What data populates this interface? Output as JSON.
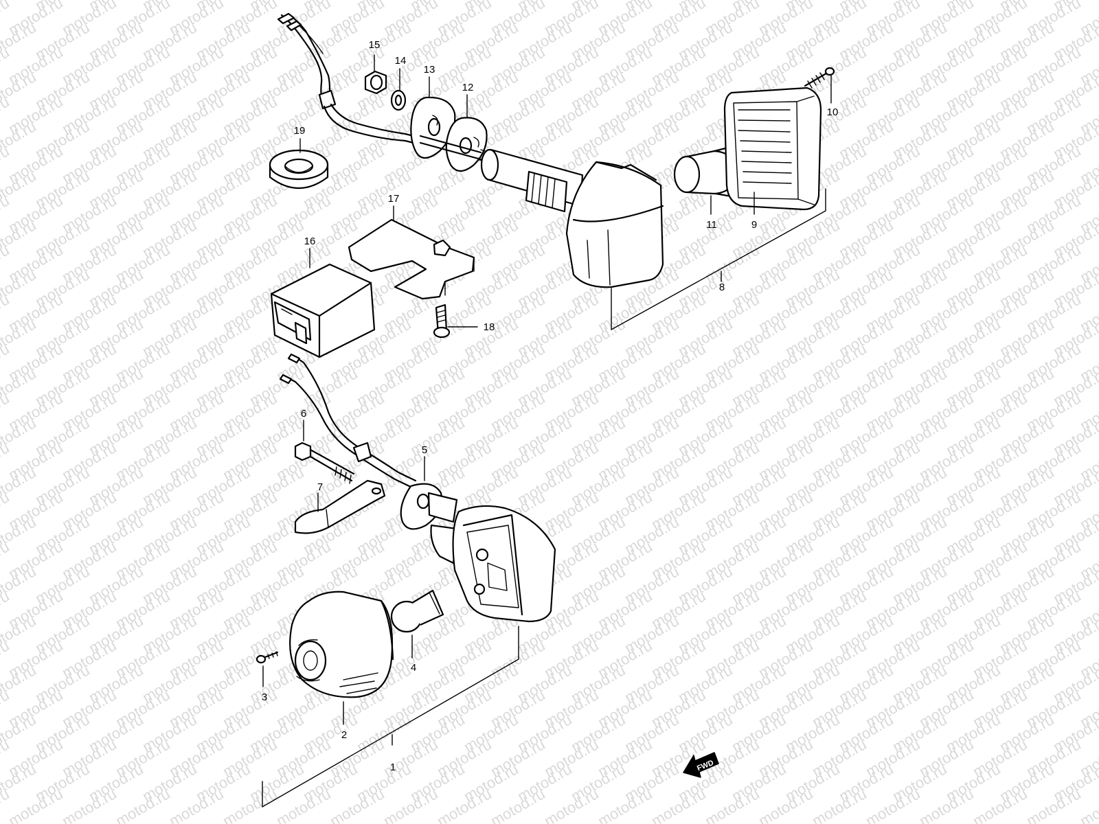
{
  "watermark": {
    "text": "motod.ru",
    "color": "#d9d9d9"
  },
  "callouts": [
    {
      "id": "1",
      "label": "1"
    },
    {
      "id": "2",
      "label": "2"
    },
    {
      "id": "3",
      "label": "3"
    },
    {
      "id": "4",
      "label": "4"
    },
    {
      "id": "5",
      "label": "5"
    },
    {
      "id": "6",
      "label": "6"
    },
    {
      "id": "7",
      "label": "7"
    },
    {
      "id": "8",
      "label": "8"
    },
    {
      "id": "9",
      "label": "9"
    },
    {
      "id": "10",
      "label": "10"
    },
    {
      "id": "11",
      "label": "11"
    },
    {
      "id": "12",
      "label": "12"
    },
    {
      "id": "13",
      "label": "13"
    },
    {
      "id": "14",
      "label": "14"
    },
    {
      "id": "15",
      "label": "15"
    },
    {
      "id": "16",
      "label": "16"
    },
    {
      "id": "17",
      "label": "17"
    },
    {
      "id": "18",
      "label": "18"
    },
    {
      "id": "19",
      "label": "19"
    }
  ],
  "fwd_indicator": {
    "label": "FWD",
    "icon": "fwd-arrow-icon"
  }
}
